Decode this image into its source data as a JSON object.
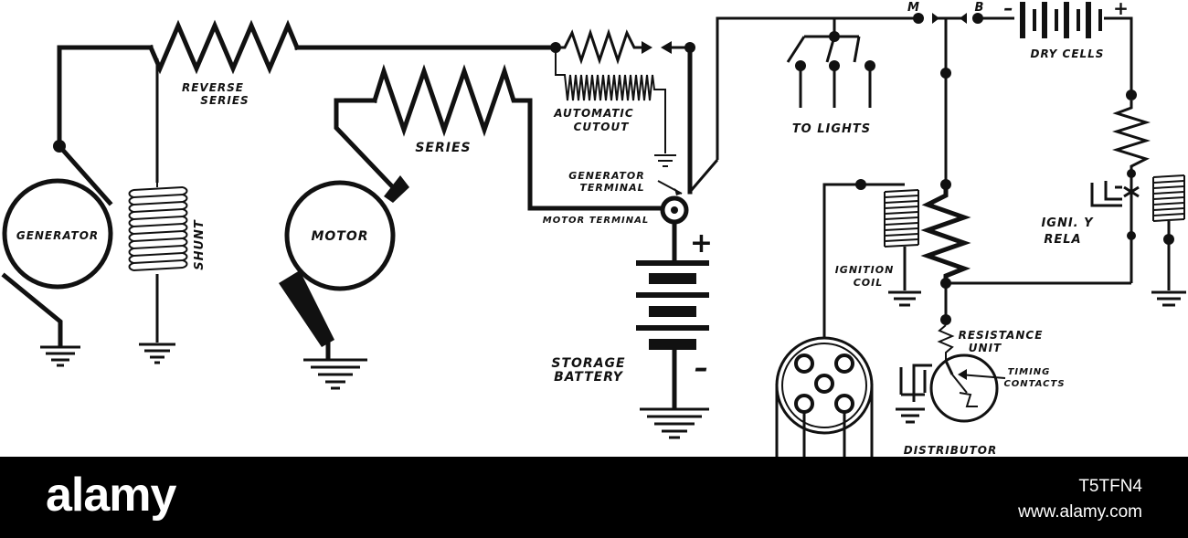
{
  "diagram": {
    "labels": {
      "generator": "GENERATOR",
      "reverse_series_1": "REVERSE",
      "reverse_series_2": "SERIES",
      "shunt": "SHUNT",
      "motor": "MOTOR",
      "series": "SERIES",
      "automatic_cutout_1": "AUTOMATIC",
      "automatic_cutout_2": "CUTOUT",
      "generator_terminal_1": "GENERATOR",
      "generator_terminal_2": "TERMINAL",
      "motor_terminal": "MOTOR TERMINAL",
      "plus_battery": "+",
      "minus_battery": "–",
      "storage_battery_1": "STORAGE",
      "storage_battery_2": "BATTERY",
      "to_lights": "TO LIGHTS",
      "m": "M",
      "b": "B",
      "dry_minus": "–",
      "dry_plus": "+",
      "dry_cells": "DRY CELLS",
      "ignition_relay_1": "IGNI.  Y",
      "ignition_relay_2": "RELA",
      "ignition_coil_1": "IGNITION",
      "ignition_coil_2": "COIL",
      "resistance_unit_1": "RESISTANCE",
      "resistance_unit_2": "UNIT",
      "timing_contacts_1": "TIMING",
      "timing_contacts_2": "CONTACTS",
      "distributor": "DISTRIBUTOR"
    }
  },
  "footer": {
    "logo": "alamy",
    "image_id": "T5TFN4",
    "site": "www.alamy.com"
  },
  "colors": {
    "ink": "#111111",
    "paper": "#ffffff",
    "bar": "#000000"
  }
}
